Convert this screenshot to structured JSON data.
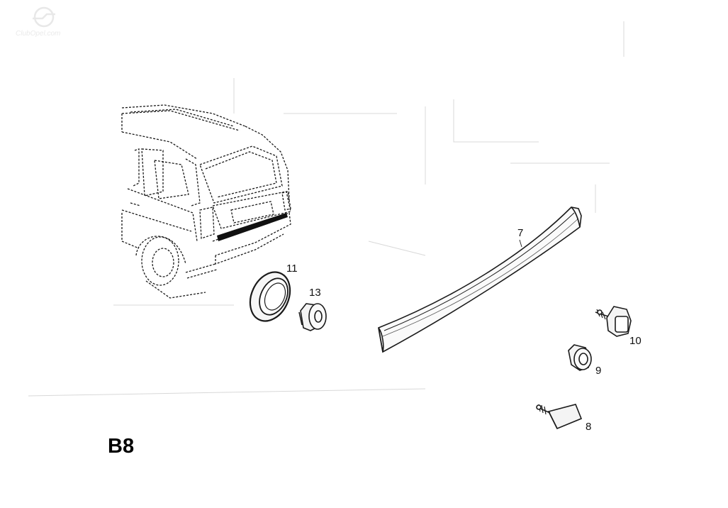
{
  "watermark": {
    "text": "ClubOpel.com"
  },
  "diagram": {
    "sheet_code": "B8",
    "parts": [
      {
        "number": "7",
        "name": "strip"
      },
      {
        "number": "8",
        "name": "end-cap"
      },
      {
        "number": "9",
        "name": "clip"
      },
      {
        "number": "10",
        "name": "clip-with-screw"
      },
      {
        "number": "11",
        "name": "grommet"
      },
      {
        "number": "13",
        "name": "plug"
      }
    ],
    "colors": {
      "line": "#1a1a1a",
      "ghost_line": "#c4c4c4",
      "strip_fill": "#fafafa",
      "part_fill": "#f4f4f4"
    }
  }
}
